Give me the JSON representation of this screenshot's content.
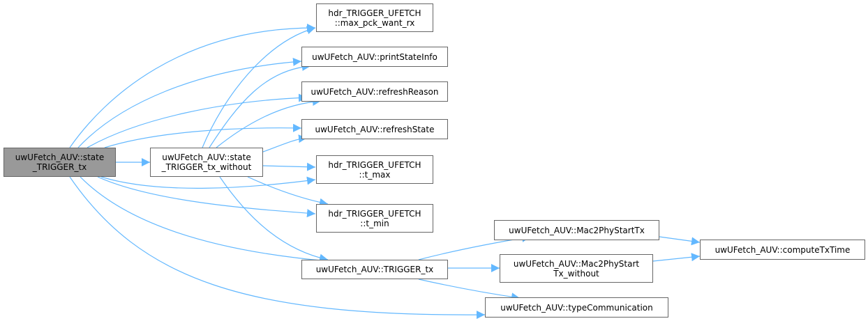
{
  "colors": {
    "edge": "#63b8ff",
    "root_fill": "#999999",
    "border": "#666666"
  },
  "nodes": {
    "root": {
      "line1": "uwUFetch_AUV::state",
      "line2": "_TRIGGER_tx"
    },
    "without": {
      "line1": "uwUFetch_AUV::state",
      "line2": "_TRIGGER_tx_without"
    },
    "max_pck": {
      "line1": "hdr_TRIGGER_UFETCH",
      "line2": "::max_pck_want_rx"
    },
    "print": {
      "line1": "uwUFetch_AUV::printStateInfo"
    },
    "reason": {
      "line1": "uwUFetch_AUV::refreshReason"
    },
    "state": {
      "line1": "uwUFetch_AUV::refreshState"
    },
    "tmax": {
      "line1": "hdr_TRIGGER_UFETCH",
      "line2": "::t_max"
    },
    "tmin": {
      "line1": "hdr_TRIGGER_UFETCH",
      "line2": "::t_min"
    },
    "trigger": {
      "line1": "uwUFetch_AUV::TRIGGER_tx"
    },
    "m2p": {
      "line1": "uwUFetch_AUV::Mac2PhyStartTx"
    },
    "m2pw": {
      "line1": "uwUFetch_AUV::Mac2PhyStart",
      "line2": "Tx_without"
    },
    "compute": {
      "line1": "uwUFetch_AUV::computeTxTime"
    },
    "type": {
      "line1": "uwUFetch_AUV::typeCommunication"
    }
  },
  "edges": [
    [
      "root",
      "max_pck"
    ],
    [
      "root",
      "print"
    ],
    [
      "root",
      "reason"
    ],
    [
      "root",
      "state"
    ],
    [
      "root",
      "without"
    ],
    [
      "root",
      "tmax"
    ],
    [
      "root",
      "tmin"
    ],
    [
      "root",
      "trigger"
    ],
    [
      "root",
      "type"
    ],
    [
      "without",
      "max_pck"
    ],
    [
      "without",
      "print"
    ],
    [
      "without",
      "reason"
    ],
    [
      "without",
      "state"
    ],
    [
      "without",
      "tmax"
    ],
    [
      "without",
      "tmin"
    ],
    [
      "without",
      "trigger"
    ],
    [
      "trigger",
      "m2p"
    ],
    [
      "trigger",
      "m2pw"
    ],
    [
      "trigger",
      "type"
    ],
    [
      "m2p",
      "compute"
    ],
    [
      "m2pw",
      "compute"
    ]
  ]
}
